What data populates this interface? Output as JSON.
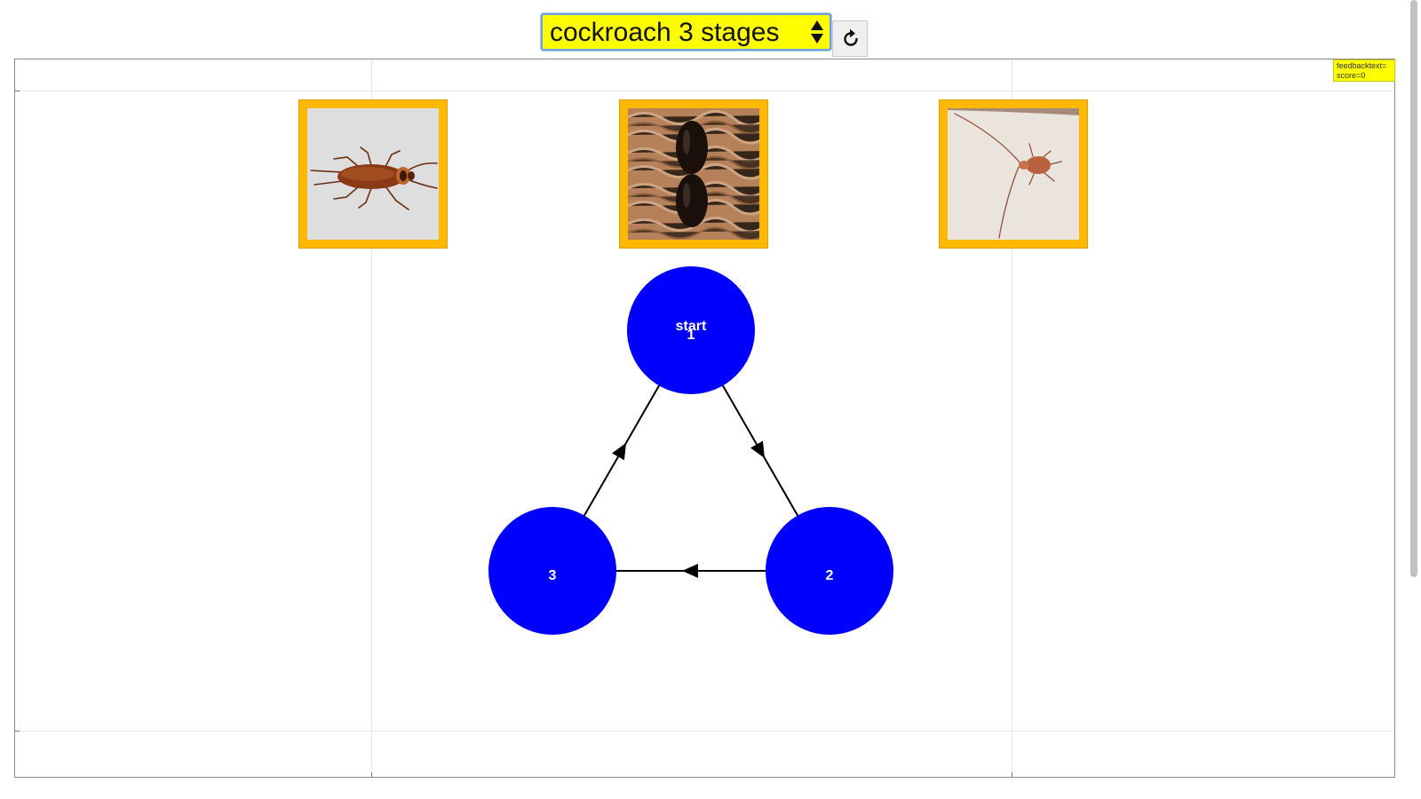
{
  "toolbar": {
    "select": {
      "value": "cockroach 3 stages"
    },
    "reload_icon": "refresh-icon"
  },
  "feedback": {
    "line1": "feedbacktext=",
    "line2": "score=0"
  },
  "cards": [
    {
      "image": "adult-cockroach",
      "background": "#dcdcdc"
    },
    {
      "image": "egg-case-ootheca",
      "background": "#b98560"
    },
    {
      "image": "cockroach-nymph",
      "background": "#ece6e0"
    }
  ],
  "cycle": {
    "node_color": "#0000ff",
    "label_color": "#ffffff",
    "nodes": [
      {
        "id": 1,
        "label": "1",
        "caption": "start"
      },
      {
        "id": 2,
        "label": "2"
      },
      {
        "id": 3,
        "label": "3"
      }
    ],
    "edges": [
      {
        "from": 1,
        "to": 2
      },
      {
        "from": 2,
        "to": 3
      },
      {
        "from": 3,
        "to": 1
      }
    ]
  },
  "colors": {
    "select_bg": "#ffff00",
    "card_border": "#ffb800",
    "node": "#0000ff"
  }
}
